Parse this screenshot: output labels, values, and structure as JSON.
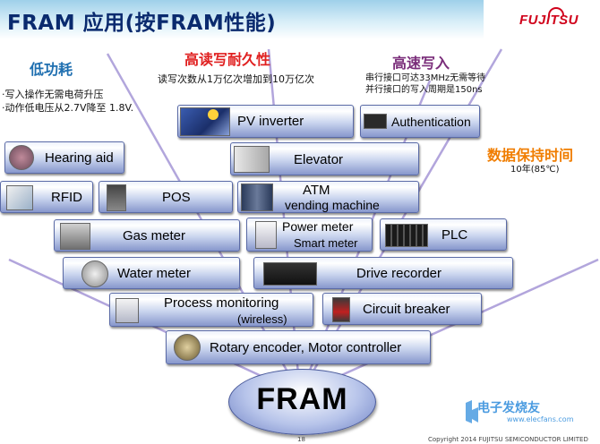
{
  "title": "FRAM 应用(按FRAM性能)",
  "brand": {
    "logo": "FUJITSU",
    "color": "#d0021b"
  },
  "features": {
    "low_power": {
      "heading": "低功耗",
      "notes": [
        "·写入操作无需电荷升压",
        "·动作低电压从2.7V降至 1.8V."
      ]
    },
    "endurance": {
      "heading": "高读写耐久性",
      "note": "读写次数从1万亿次增加到10万亿次"
    },
    "high_speed": {
      "heading": "高速写入",
      "notes": [
        "串行接口可达33MHz无需等待",
        "并行接口的写入周期是150ns"
      ]
    },
    "retention": {
      "heading": "数据保持时间",
      "note": "10年(85℃)"
    }
  },
  "applications": {
    "pv_inverter": "PV inverter",
    "authentication": "Authentication",
    "hearing_aid": "Hearing aid",
    "elevator": "Elevator",
    "rfid": "RFID",
    "pos": "POS",
    "atm_1": "ATM",
    "atm_2": "vending machine",
    "gas_meter": "Gas meter",
    "power_meter_1": "Power meter",
    "power_meter_2": "Smart meter",
    "plc": "PLC",
    "water_meter": "Water meter",
    "drive_recorder": "Drive recorder",
    "process_1": "Process monitoring",
    "process_2": "(wireless)",
    "circuit_breaker": "Circuit breaker",
    "rotary": "Rotary encoder, Motor controller"
  },
  "core": "FRAM",
  "footer": {
    "page": "18",
    "copyright": "Copyright 2014 FUJITSU SEMICONDUCTOR LIMITED"
  },
  "watermark": {
    "text": "电子发烧友",
    "url": "www.elecfans.com"
  },
  "colors": {
    "title": "#0a2a6e",
    "heading_blue": "#1f6fb0",
    "heading_red": "#e02020",
    "heading_purple": "#7a2d7a",
    "heading_orange": "#f07d00",
    "ray": "#9b8bd0"
  }
}
